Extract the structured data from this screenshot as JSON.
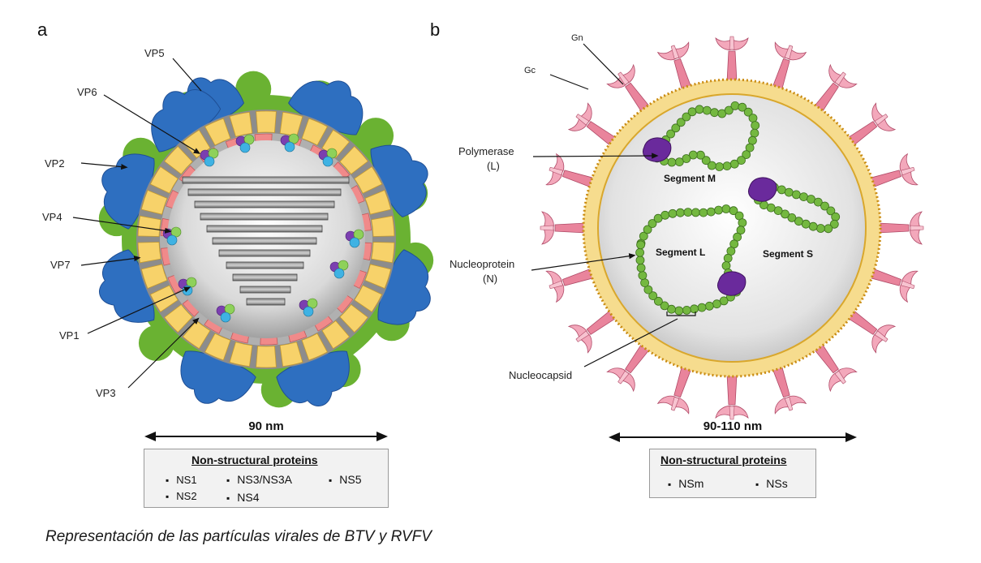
{
  "panel_a": {
    "letter": "a",
    "labels": {
      "vp5": "VP5",
      "vp6": "VP6",
      "vp2": "VP2",
      "vp4": "VP4",
      "vp7": "VP7",
      "vp1": "VP1",
      "vp3": "VP3"
    },
    "dimension": "90 nm",
    "non_structural": {
      "title": "Non-structural proteins",
      "items": [
        "NS1",
        "NS2",
        "NS3/NS3A",
        "NS4",
        "NS5"
      ]
    }
  },
  "panel_b": {
    "letter": "b",
    "labels": {
      "gn": "Gn",
      "gc": "Gc",
      "polymerase": "Polymerase",
      "polymerase_abbr": "(L)",
      "nucleoprotein": "Nucleoprotein",
      "nucleoprotein_abbr": "(N)",
      "nucleocapsid": "Nucleocapsid",
      "segment_m": "Segment M",
      "segment_l": "Segment L",
      "segment_s": "Segment S"
    },
    "dimension": "90-110 nm",
    "non_structural": {
      "title": "Non-structural proteins",
      "items": [
        "NSm",
        "NSs"
      ]
    }
  },
  "caption": "Representación de las partículas virales de BTV y RVFV",
  "colors": {
    "vp2_blue": "#2e6fc0",
    "vp5_green": "#6ab232",
    "vp7_yellow": "#f7d26a",
    "vp3_pink": "#f08a8a",
    "envelope_gold": "#f2c95a",
    "glycoprotein_pink": "#e9849c",
    "nucleoprotein_green": "#74b840",
    "polymerase_purple": "#6a2a9c"
  }
}
